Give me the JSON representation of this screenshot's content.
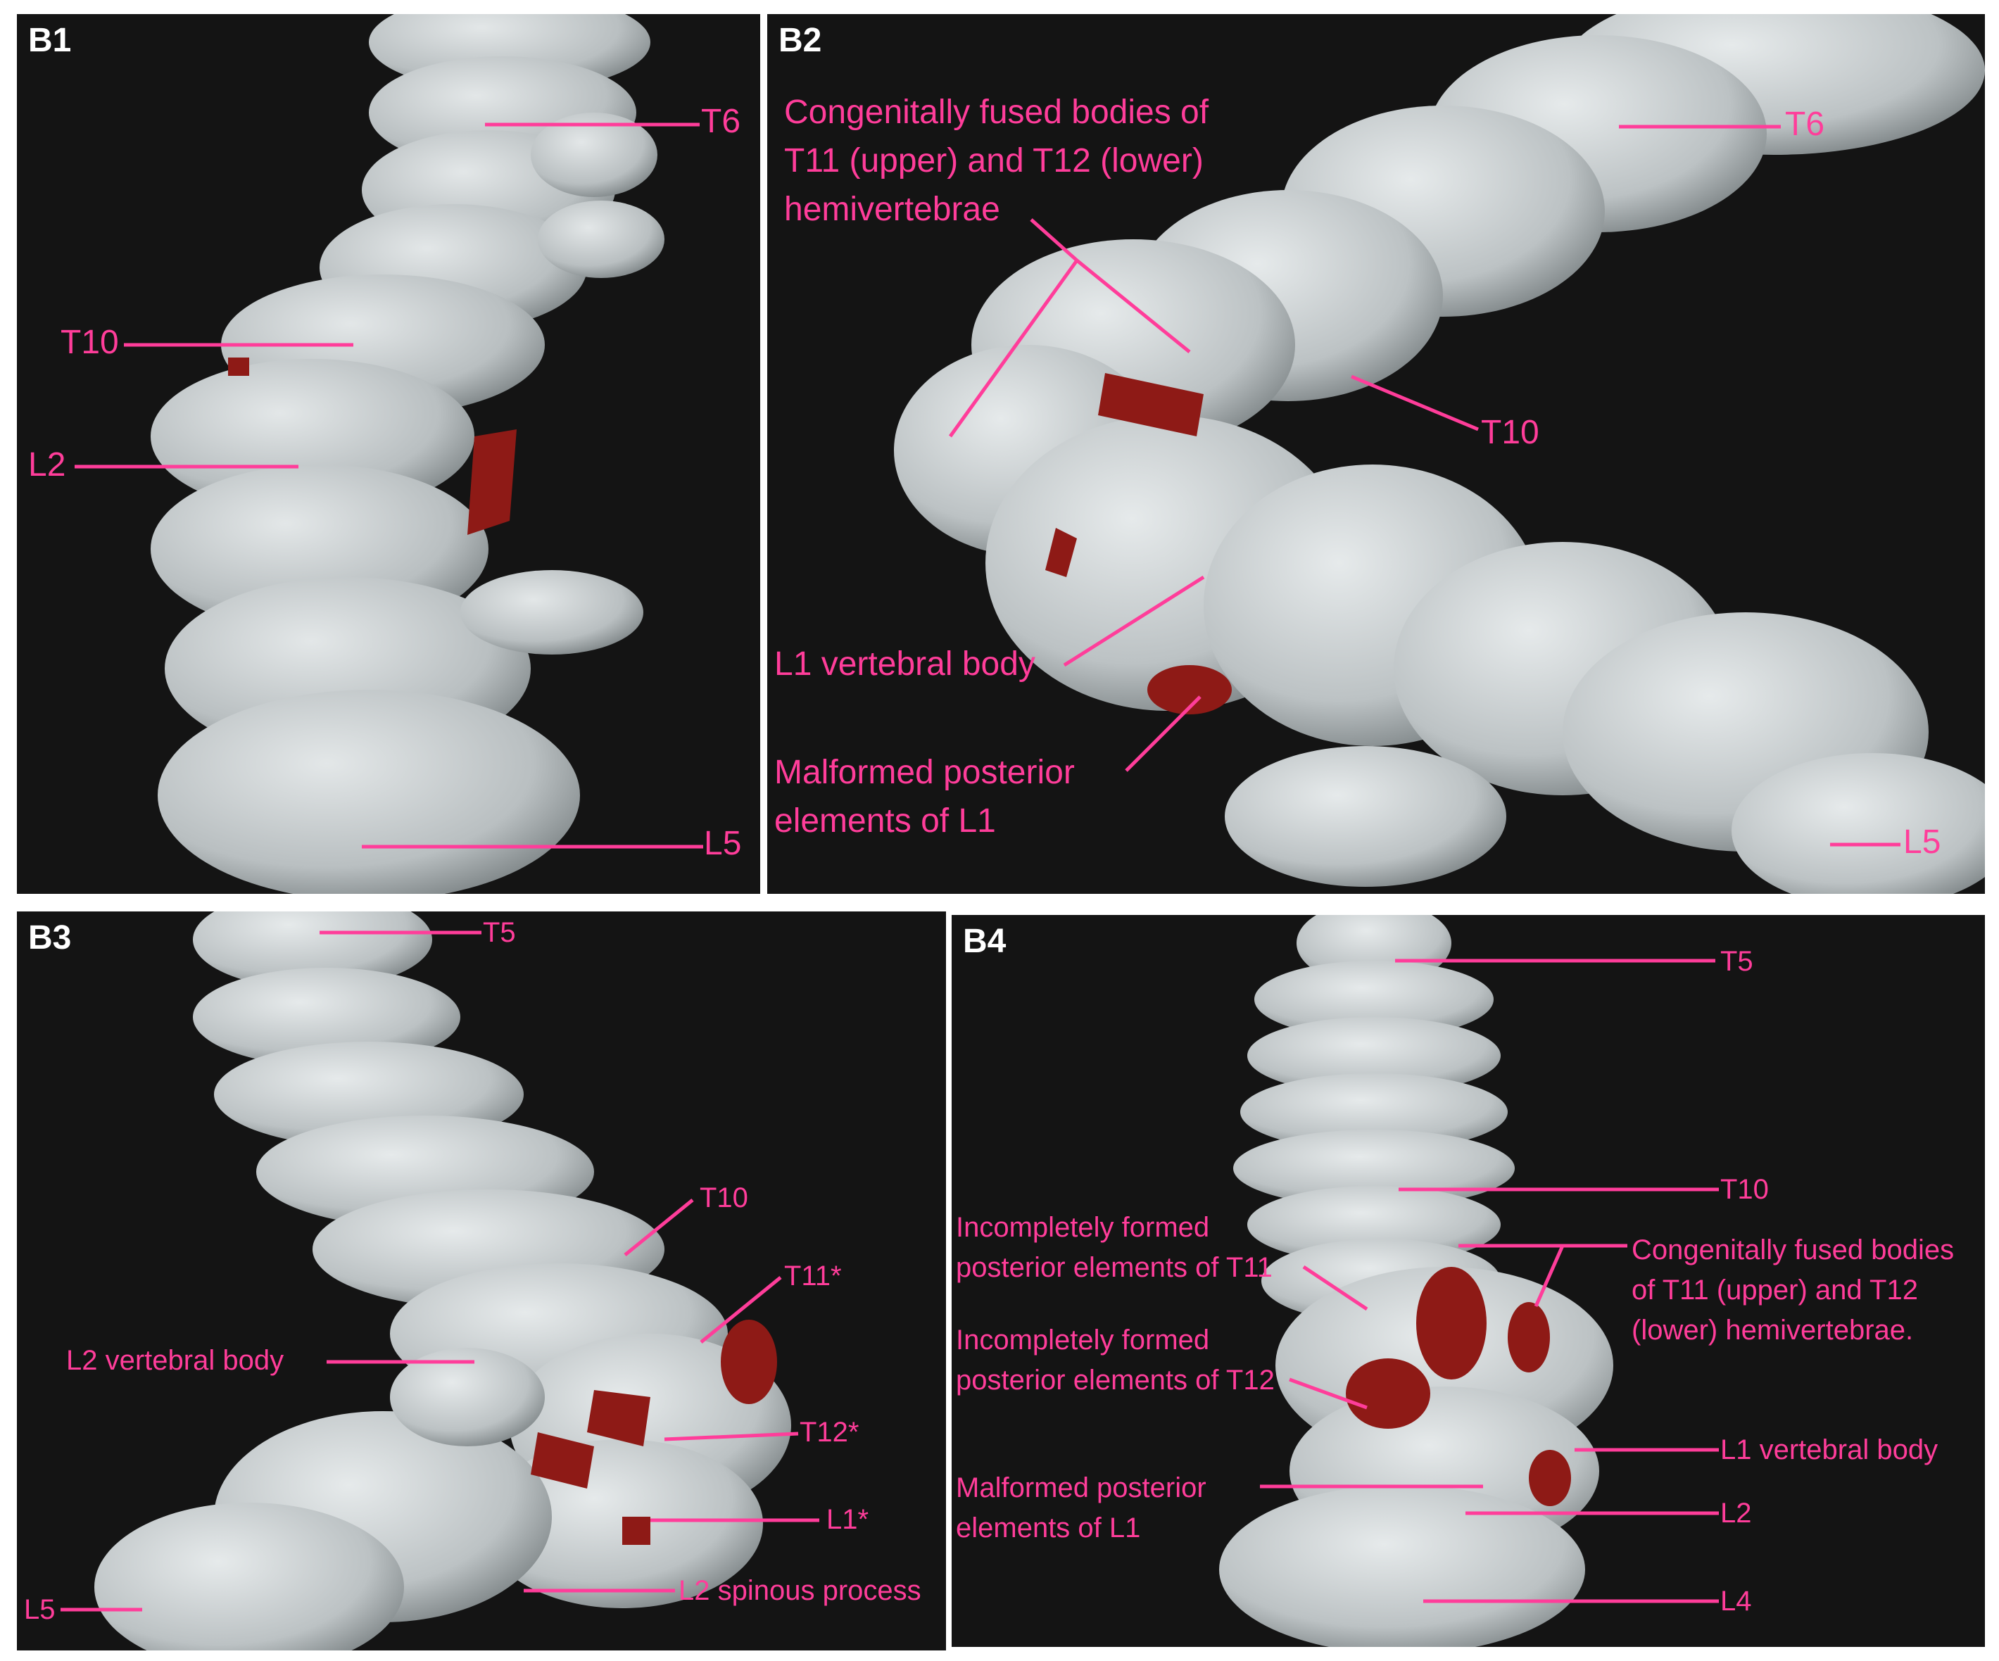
{
  "panels": {
    "b1": {
      "tag": "B1",
      "labels": {
        "t6": "T6",
        "t10": "T10",
        "l2": "L2",
        "l5": "L5"
      }
    },
    "b2": {
      "tag": "B2",
      "labels": {
        "fused": "Congenitally fused bodies of\nT11 (upper) and T12 (lower)\nhemivertebrae",
        "t6": "T6",
        "t10": "T10",
        "l1_body": "L1 vertebral body",
        "malformed": "Malformed posterior\nelements of L1",
        "l5": "L5"
      }
    },
    "b3": {
      "tag": "B3",
      "labels": {
        "t5": "T5",
        "t10": "T10",
        "t11": "T11*",
        "t12": "T12*",
        "l1": "L1*",
        "l2_body": "L2 vertebral body",
        "l2_spinous": "L2 spinous process",
        "l5": "L5"
      }
    },
    "b4": {
      "tag": "B4",
      "labels": {
        "t5": "T5",
        "t10": "T10",
        "incomplete_t11": "Incompletely formed\nposterior elements of T11",
        "incomplete_t12": "Incompletely formed\nposterior elements of T12",
        "malformed": "Malformed posterior\nelements of L1",
        "fused": "Congenitally fused bodies\nof T11 (upper) and T12\n(lower) hemivertebrae.",
        "l1_body": "L1 vertebral body",
        "l2": "L2",
        "l4": "L4"
      }
    }
  },
  "colors": {
    "label": "#ff3d9a",
    "background": "#141414",
    "bone": "#c9ced0",
    "lesion": "#8e1a16"
  }
}
